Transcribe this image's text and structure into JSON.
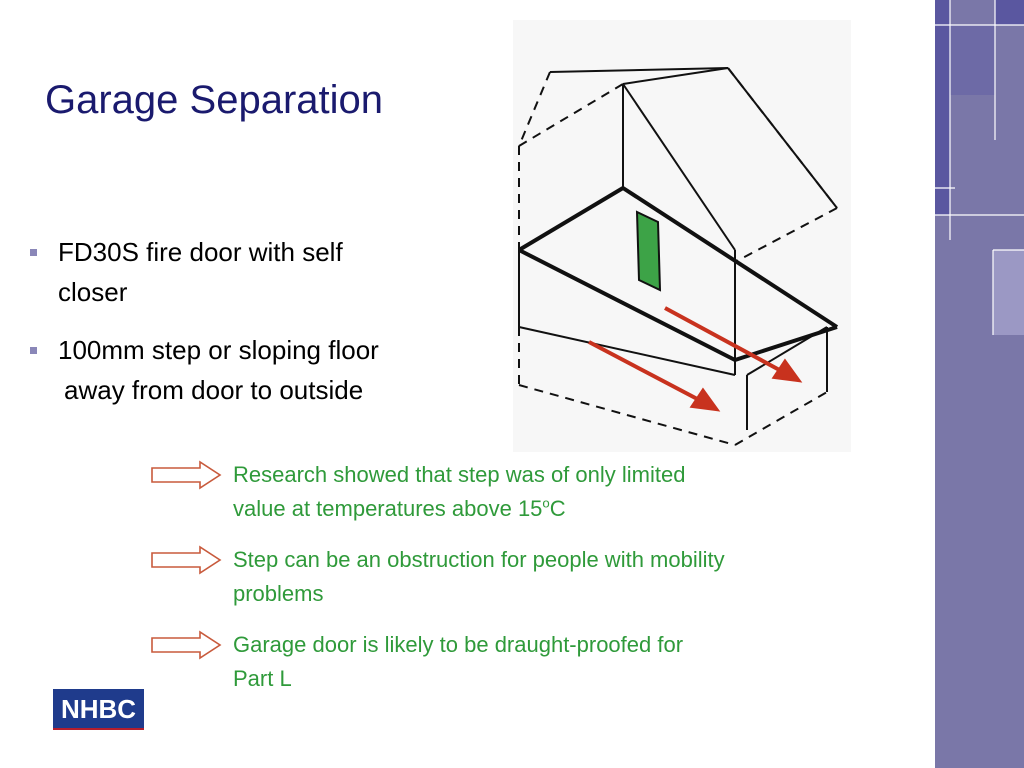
{
  "title": "Garage Separation",
  "bullets": [
    {
      "lead": "FD30S fire door with self",
      "cont": "closer"
    },
    {
      "lead": "100mm step or sloping floor",
      "cont": "away from door to outside"
    }
  ],
  "notes": [
    {
      "line1": "Research showed that step was of only limited",
      "line2_pre": "value at temperatures above 15",
      "line2_sup": "o",
      "line2_post": "C"
    },
    {
      "line1": "Step can be an obstruction for people with mobility",
      "line2": "problems"
    },
    {
      "line1": "Garage door is likely to be draught-proofed for",
      "line2": "Part L"
    }
  ],
  "logo": {
    "text": "NHBC"
  },
  "colors": {
    "title": "#1a1a6e",
    "note_text": "#2f9a3a",
    "sidebar": "#7a77a8",
    "door": "#3da347",
    "flow_arrow": "#c8321e",
    "note_arrow": "#c85a3c"
  }
}
